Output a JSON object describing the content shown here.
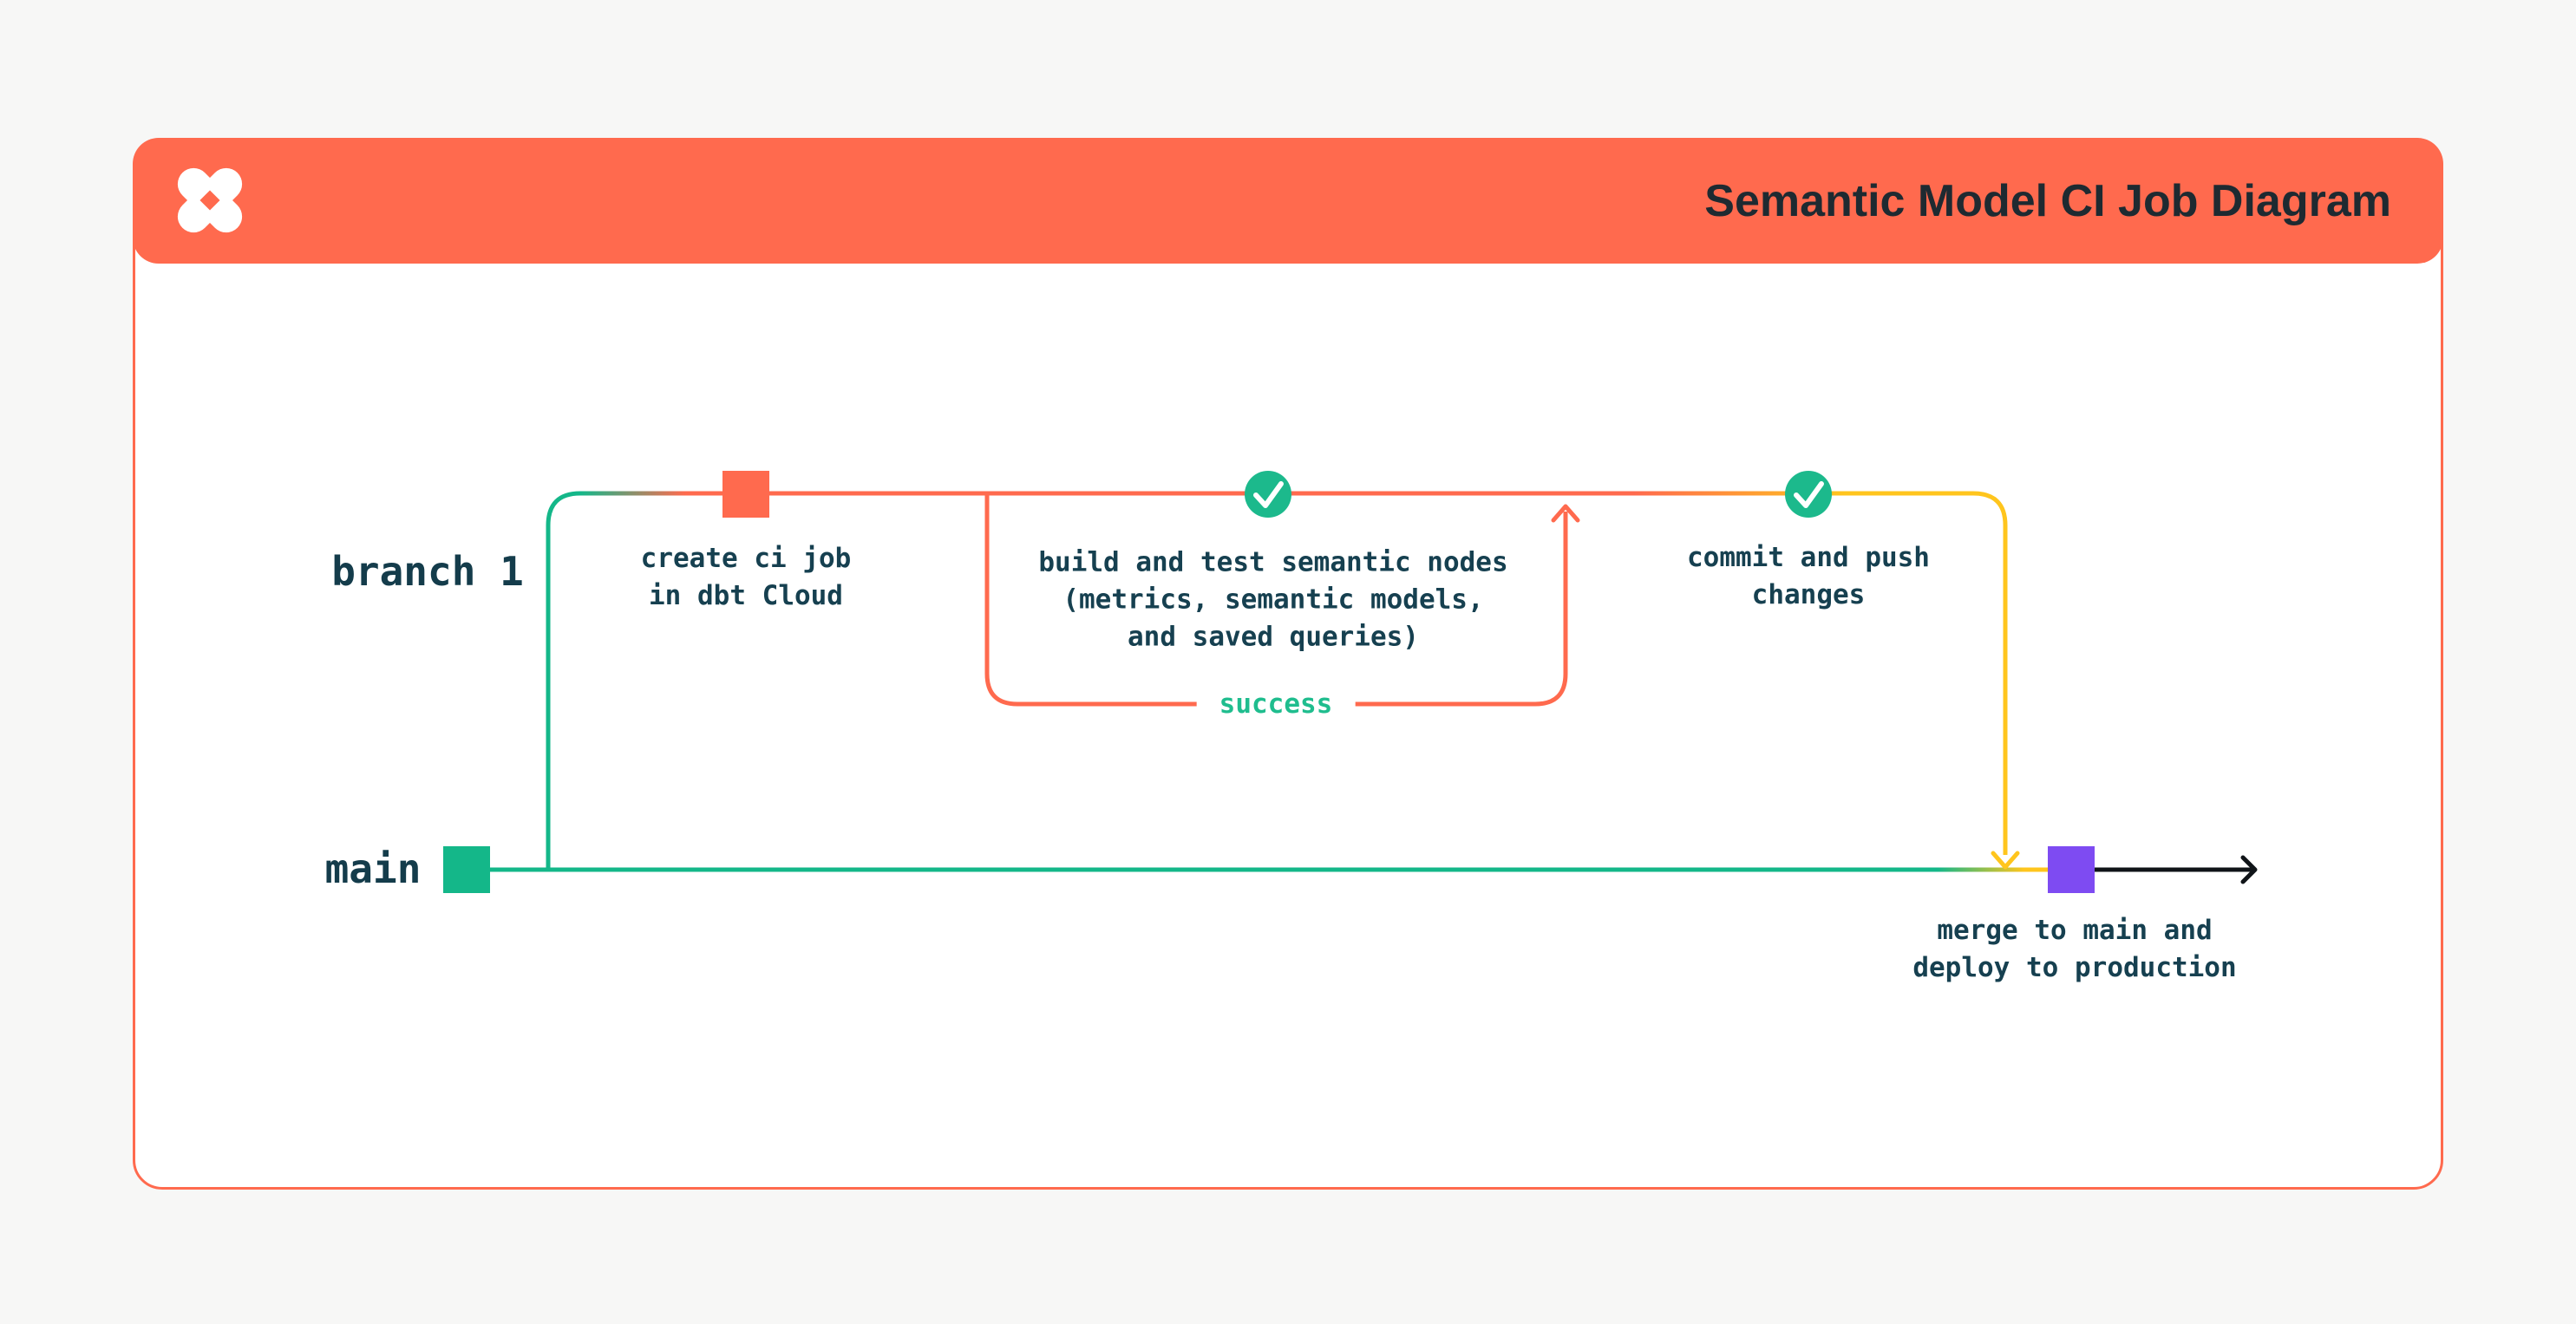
{
  "window": {
    "background": "#F7F7F6"
  },
  "header": {
    "title": "Semantic Model CI Job Diagram",
    "background": "#FF6A4E",
    "logo_icon": "dbt-logo"
  },
  "colors": {
    "orange": "#FF6A4E",
    "green": "#14B789",
    "check_green": "#1CB98C",
    "success_green": "#1FBD8E",
    "yellow": "#FFC51D",
    "purple": "#7E4BF2",
    "ink": "#164050",
    "arrow_black": "#101418"
  },
  "diagram": {
    "branch_label": "branch 1",
    "main_label": "main",
    "loop_label": "success",
    "steps": {
      "create_ci": "create ci job\nin dbt Cloud",
      "build_test": "build and test semantic nodes\n(metrics, semantic models,\nand saved queries)",
      "commit_push": "commit and push\nchanges",
      "merge_deploy": "merge to main and\ndeploy to production"
    }
  }
}
